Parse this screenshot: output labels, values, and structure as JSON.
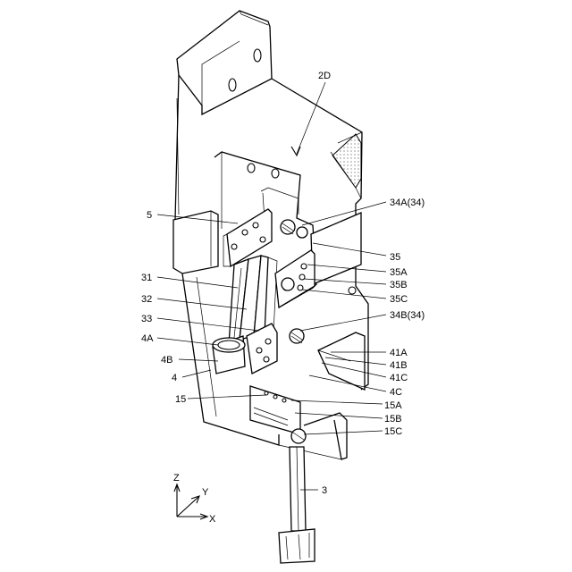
{
  "figure": {
    "labels": {
      "l_2D": "2D",
      "l_5": "5",
      "l_34A": "34A(34)",
      "l_35": "35",
      "l_35A": "35A",
      "l_35B": "35B",
      "l_35C": "35C",
      "l_34B": "34B(34)",
      "l_31": "31",
      "l_32": "32",
      "l_33": "33",
      "l_4A": "4A",
      "l_4B": "4B",
      "l_4": "4",
      "l_41A": "41A",
      "l_41B": "41B",
      "l_41C": "41C",
      "l_4C": "4C",
      "l_15": "15",
      "l_15A": "15A",
      "l_15B": "15B",
      "l_15C": "15C",
      "l_3": "3"
    },
    "axes": {
      "z": "Z",
      "y": "Y",
      "x": "X"
    }
  }
}
